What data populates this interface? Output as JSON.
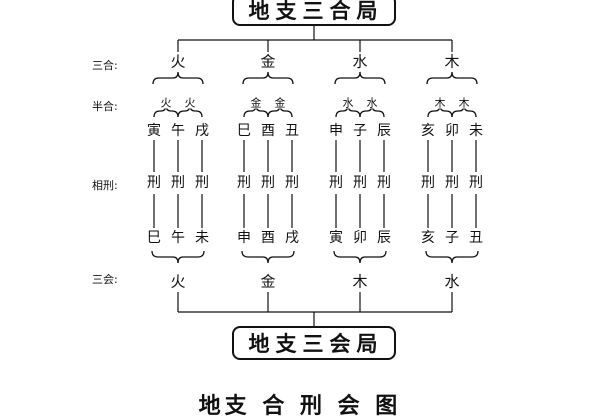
{
  "titles": {
    "top": "地支三合局",
    "bottom": "地支三会局",
    "caption": "地支 合 刑 会 图"
  },
  "row_labels": {
    "sanhe": "三合:",
    "banhe": "半合:",
    "xiangxing": "相刑:",
    "sanhui": "三会:"
  },
  "groups": [
    {
      "sanhe": "火",
      "banhe": [
        "火",
        "火"
      ],
      "top_branches": [
        "寅",
        "午",
        "戌"
      ],
      "xing": [
        "刑",
        "刑",
        "刑"
      ],
      "bottom_branches": [
        "巳",
        "午",
        "未"
      ],
      "sanhui": "火"
    },
    {
      "sanhe": "金",
      "banhe": [
        "金",
        "金"
      ],
      "top_branches": [
        "巳",
        "酉",
        "丑"
      ],
      "xing": [
        "刑",
        "刑",
        "刑"
      ],
      "bottom_branches": [
        "申",
        "酉",
        "戌"
      ],
      "sanhui": "金"
    },
    {
      "sanhe": "水",
      "banhe": [
        "水",
        "水"
      ],
      "top_branches": [
        "申",
        "子",
        "辰"
      ],
      "xing": [
        "刑",
        "刑",
        "刑"
      ],
      "bottom_branches": [
        "寅",
        "卯",
        "辰"
      ],
      "sanhui": "木"
    },
    {
      "sanhe": "木",
      "banhe": [
        "木",
        "木"
      ],
      "top_branches": [
        "亥",
        "卯",
        "未"
      ],
      "xing": [
        "刑",
        "刑",
        "刑"
      ],
      "bottom_branches": [
        "亥",
        "子",
        "丑"
      ],
      "sanhui": "水"
    }
  ]
}
